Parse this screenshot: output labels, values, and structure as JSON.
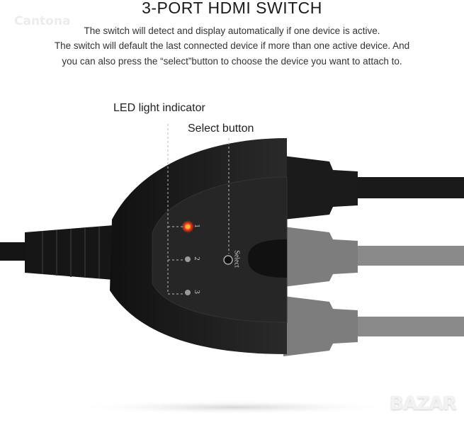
{
  "header": {
    "title": "3-PORT HDMI SWITCH",
    "watermark": "Cantona",
    "description": [
      "The switch will detect and display automatically if one device is active.",
      "The switch will default the last connected device if more than one active device. And",
      "you can also press the “select”button to choose the device you want to attach to."
    ]
  },
  "callouts": {
    "led": "LED light indicator",
    "select": "Select button"
  },
  "device": {
    "port_labels": [
      "1",
      "2",
      "3"
    ],
    "select_label": "Select",
    "active_port": 1,
    "led_active_color": "#ff3a10",
    "led_inactive_color": "#9a9a9a"
  },
  "watermark_bottom": "BAZAR"
}
